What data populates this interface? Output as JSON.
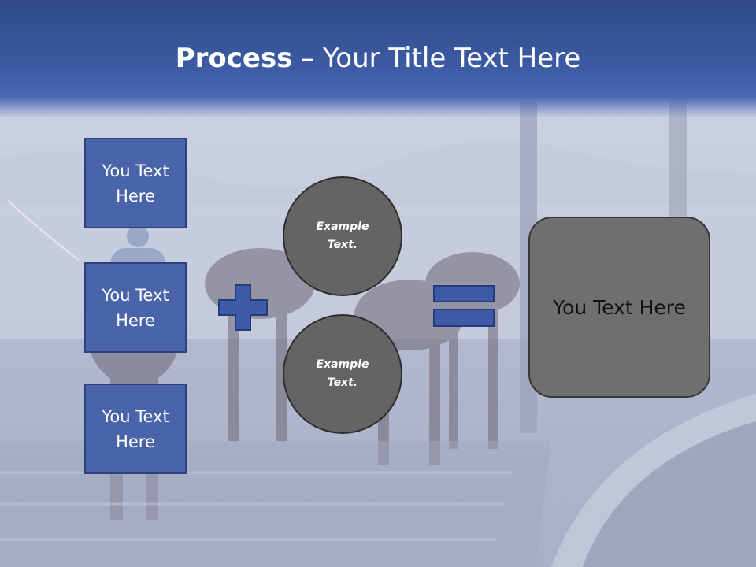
{
  "title": {
    "bold": "Process",
    "rest": " – Your Title Text Here"
  },
  "left_boxes": [
    {
      "text": "You Text Here"
    },
    {
      "text": "You Text Here"
    },
    {
      "text": "You Text Here"
    }
  ],
  "circles": [
    {
      "text": "Example\nText."
    },
    {
      "text": "Example\nText."
    }
  ],
  "result": {
    "text": "You Text Here"
  },
  "colors": {
    "header": "#3b5aa3",
    "box_fill": "#4a64aa",
    "circle_fill": "#646464",
    "result_fill": "#6f6f6f",
    "operator_fill": "#3f5ba8"
  },
  "icons": {
    "plus": "plus-icon",
    "equals": "equals-icon"
  }
}
